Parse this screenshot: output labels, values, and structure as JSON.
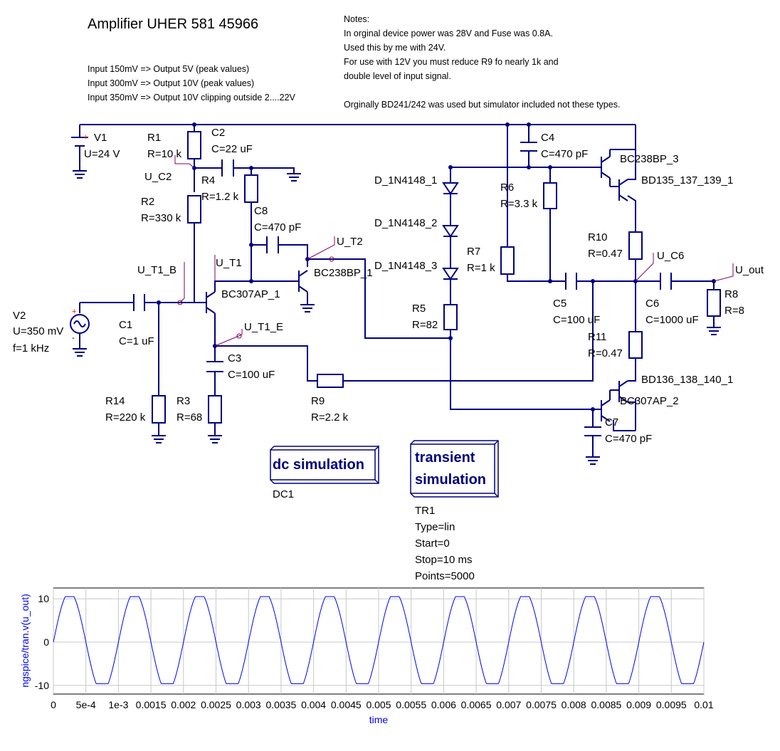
{
  "title": "Amplifier UHER 581 45966",
  "io_notes": [
    "Input 150mV => Output 5V (peak values)",
    "Input 300mV => Output 10V (peak values)",
    "Input 350mV => Output 10V  clipping outside 2....22V"
  ],
  "notes": [
    "Notes:",
    "In orginal device power was 28V and Fuse was 0.8A.",
    "Used this by me with 24V.",
    "For use with 12V you must reduce R9 fo nearly 1k and",
    "double level of input signal.",
    "",
    "Orginally BD241/242 was used but simulator included not these types."
  ],
  "components": {
    "v1": {
      "name": "V1",
      "value": "U=24 V"
    },
    "v2": {
      "name": "V2",
      "value": "U=350 mV",
      "freq": "f=1 kHz"
    },
    "r1": {
      "name": "R1",
      "value": "R=10 k"
    },
    "r2": {
      "name": "R2",
      "value": "R=330 k"
    },
    "r3": {
      "name": "R3",
      "value": "R=68"
    },
    "r4": {
      "name": "R4",
      "value": "R=1.2 k"
    },
    "r5": {
      "name": "R5",
      "value": "R=82"
    },
    "r6": {
      "name": "R6",
      "value": "R=3.3 k"
    },
    "r7": {
      "name": "R7",
      "value": "R=1 k"
    },
    "r8": {
      "name": "R8",
      "value": "R=8"
    },
    "r9": {
      "name": "R9",
      "value": "R=2.2 k"
    },
    "r10": {
      "name": "R10",
      "value": "R=0.47"
    },
    "r11": {
      "name": "R11",
      "value": "R=0.47"
    },
    "r14": {
      "name": "R14",
      "value": "R=220 k"
    },
    "c1": {
      "name": "C1",
      "value": "C=1 uF"
    },
    "c2": {
      "name": "C2",
      "value": "C=22 uF"
    },
    "c3": {
      "name": "C3",
      "value": "C=100 uF"
    },
    "c4": {
      "name": "C4",
      "value": "C=470 pF"
    },
    "c5": {
      "name": "C5",
      "value": "C=100 uF"
    },
    "c6": {
      "name": "C6",
      "value": "C=1000 uF"
    },
    "c7": {
      "name": "C7",
      "value": "C=470 pF"
    },
    "c8": {
      "name": "C8",
      "value": "C=470 pF"
    },
    "d1": {
      "name": "D_1N4148_1"
    },
    "d2": {
      "name": "D_1N4148_2"
    },
    "d3": {
      "name": "D_1N4148_3"
    },
    "t1": {
      "name": "BC307AP_1"
    },
    "t2": {
      "name": "BC238BP_1"
    },
    "t3": {
      "name": "BC238BP_3"
    },
    "t4": {
      "name": "BD135_137_139_1"
    },
    "t5": {
      "name": "BD136_138_140_1"
    },
    "t6": {
      "name": "BC307AP_2"
    }
  },
  "node_labels": {
    "u_c2": "U_C2",
    "u_t1_b": "U_T1_B",
    "u_t1": "U_T1",
    "u_t1_e": "U_T1_E",
    "u_t2": "U_T2",
    "u_c6": "U_C6",
    "u_out": "U_out"
  },
  "simulations": {
    "dc": {
      "label": "dc simulation",
      "name": "DC1"
    },
    "tran": {
      "label_line1": "transient",
      "label_line2": "simulation",
      "name": "TR1",
      "params": [
        "Type=lin",
        "Start=0",
        "Stop=10 ms",
        "Points=5000"
      ]
    }
  },
  "colors": {
    "wire": "#00007f",
    "label_wire": "#800060",
    "trace": "#0000ff",
    "source_red": "#ff0000"
  },
  "chart_data": {
    "type": "line",
    "xlabel": "time",
    "ylabel": "ngspice/tran.v(u_out)",
    "xlim": [
      0,
      0.01
    ],
    "ylim": [
      -12,
      12.5
    ],
    "grid": true,
    "x_tick_labels": [
      "0",
      "5e-4",
      "1e-3",
      "0.0015",
      "0.002",
      "0.0025",
      "0.003",
      "0.0035",
      "0.004",
      "0.0045",
      "0.005",
      "0.0055",
      "0.006",
      "0.0065",
      "0.007",
      "0.0075",
      "0.008",
      "0.0085",
      "0.009",
      "0.0095",
      "0.01"
    ],
    "x_ticks": [
      0,
      0.0005,
      0.001,
      0.0015,
      0.002,
      0.0025,
      0.003,
      0.0035,
      0.004,
      0.0045,
      0.005,
      0.0055,
      0.006,
      0.0065,
      0.007,
      0.0075,
      0.008,
      0.0085,
      0.009,
      0.0095,
      0.01
    ],
    "y_ticks": [
      -10,
      0,
      10
    ],
    "y_tick_labels": [
      "-10",
      "0",
      "10"
    ],
    "series": [
      {
        "signal": "sine, 1 kHz, clipped",
        "frequency_hz": 1000,
        "amplitude": 11.5,
        "clip_high": 10.5,
        "clip_low": -9.6,
        "x_start": 0,
        "x_end": 0.01
      }
    ]
  }
}
